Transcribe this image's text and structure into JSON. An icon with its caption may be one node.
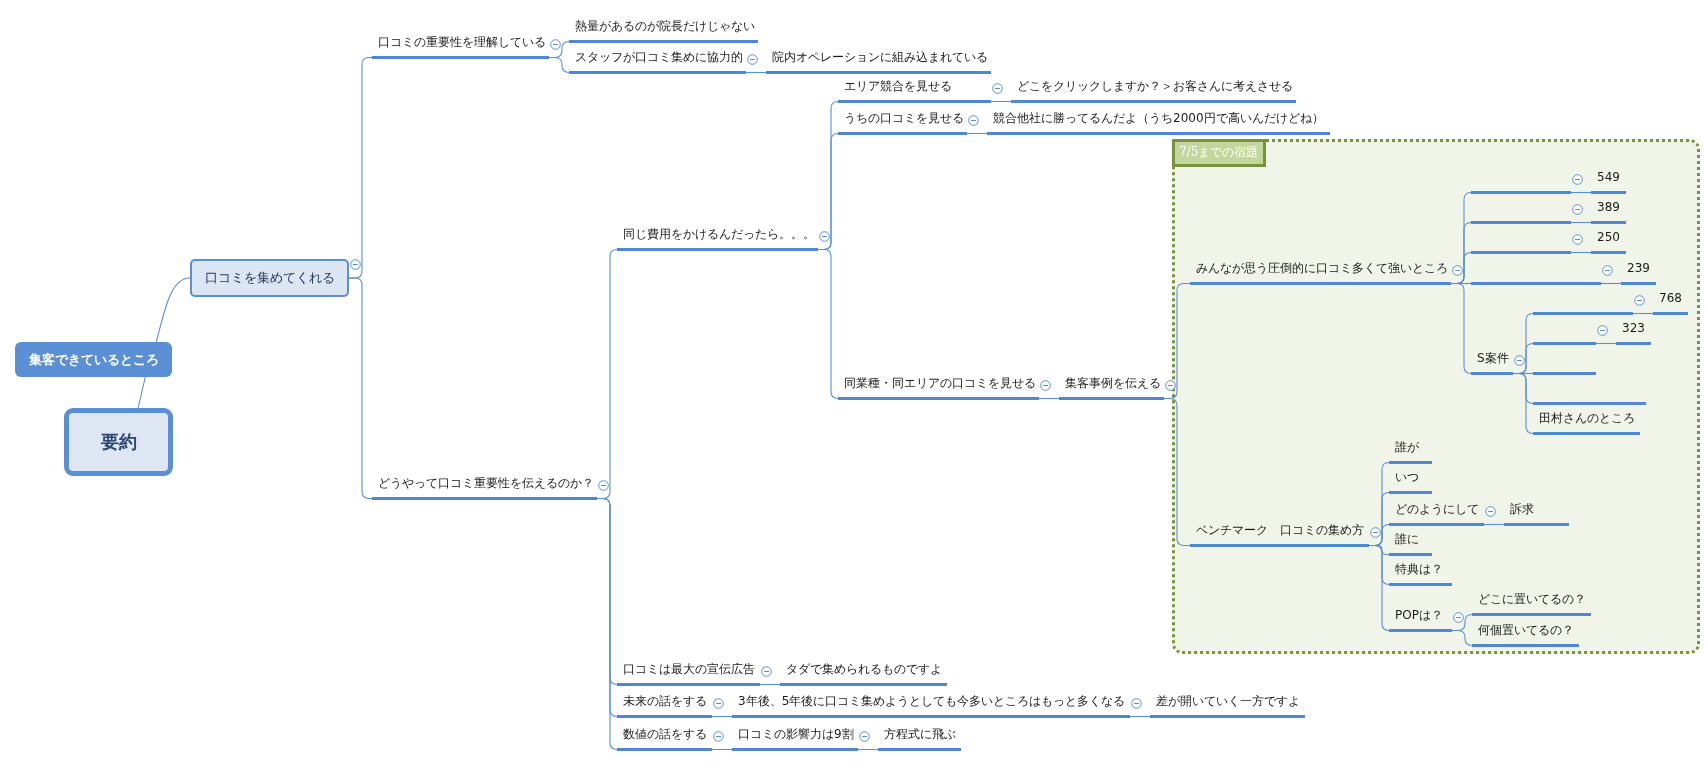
{
  "diagram": {
    "nodes": [
      {
        "text": [
          "集客できているところ"
        ]
      },
      {
        "text": [
          "要約"
        ]
      },
      {
        "text": [
          "口コミを集めてくれる"
        ]
      },
      {
        "text": [
          "口コミの重要性を理解している"
        ]
      },
      {
        "text": [
          "熱量があるのが院長だけじゃない"
        ]
      },
      {
        "text": [
          "スタッフが口コミ集めに協力的"
        ]
      },
      {
        "text": [
          "院内オペレーションに組み込まれている"
        ]
      },
      {
        "text": [
          "どうやって口コミ重要性を伝えるのか？"
        ]
      },
      {
        "text": [
          "同じ費用をかけるんだったら。。。"
        ]
      },
      {
        "text": [
          "エリア競合を見せる"
        ]
      },
      {
        "text": [
          "どこをクリックしますか？＞お客さんに考えさせる"
        ]
      },
      {
        "text": [
          "うちの口コミを見せる"
        ]
      },
      {
        "text": [
          "競合他社に勝ってるんだよ（うち2000円で高いんだけどね）"
        ]
      },
      {
        "text": [
          "同業種・同エリアの口コミを見せる"
        ]
      },
      {
        "text": [
          "集客事例を伝える"
        ]
      },
      {
        "text": [
          "7/5までの宿題"
        ]
      },
      {
        "text": [
          "みんなが思う圧倒的に口コミ多くて強いところ"
        ],
        "in": 15
      },
      {
        "text": [],
        "shape": "bar",
        "in": 15
      },
      {
        "text": [
          "549"
        ],
        "in": 15
      },
      {
        "text": [],
        "shape": "bar",
        "in": 15
      },
      {
        "text": [
          "389"
        ],
        "in": 15
      },
      {
        "text": [],
        "shape": "bar",
        "in": 15
      },
      {
        "text": [
          "250"
        ],
        "in": 15
      },
      {
        "text": [],
        "shape": "bar",
        "in": 15
      },
      {
        "text": [
          "239"
        ],
        "in": 15
      },
      {
        "text": [
          "S案件"
        ],
        "in": 15
      },
      {
        "text": [],
        "shape": "bar",
        "in": 15
      },
      {
        "text": [
          "768"
        ],
        "in": 15
      },
      {
        "text": [],
        "shape": "bar",
        "in": 15
      },
      {
        "text": [
          "323"
        ],
        "in": 15
      },
      {
        "text": [],
        "shape": "bar",
        "in": 15
      },
      {
        "text": [],
        "shape": "bar",
        "in": 15
      },
      {
        "text": [
          "田村さんのところ"
        ],
        "in": 15
      },
      {
        "text": [
          "ベンチマーク　口コミの集め方"
        ],
        "in": 15
      },
      {
        "text": [
          "誰が"
        ],
        "in": 15
      },
      {
        "text": [
          "いつ"
        ],
        "in": 15
      },
      {
        "text": [
          "どのようにして"
        ],
        "in": 15
      },
      {
        "text": [
          "訴求"
        ],
        "in": 15
      },
      {
        "text": [
          "誰に"
        ],
        "in": 15
      },
      {
        "text": [
          "特典は？"
        ],
        "in": 15
      },
      {
        "text": [
          "POPは？"
        ],
        "in": 15
      },
      {
        "text": [
          "どこに置いてるの？"
        ],
        "in": 15
      },
      {
        "text": [
          "何個置いてるの？"
        ],
        "in": 15
      },
      {
        "text": [
          "口コミは最大の宣伝広告"
        ]
      },
      {
        "text": [
          "タダで集められるものですよ"
        ]
      },
      {
        "text": [
          "未来の話をする"
        ]
      },
      {
        "text": [
          "3年後、5年後に口コミ集めようとしても今多いところはもっと多くなる"
        ]
      },
      {
        "text": [
          "差が開いていく一方ですよ"
        ]
      },
      {
        "text": [
          "数値の話をする"
        ]
      },
      {
        "text": [
          "口コミの影響力は9割"
        ]
      },
      {
        "text": [
          "方程式に飛ぶ"
        ]
      }
    ],
    "edges": [
      {
        "from": 1,
        "to": 0,
        "arrow": "none"
      },
      {
        "from": 0,
        "to": 2,
        "arrow": "none"
      },
      {
        "from": 2,
        "to": 3,
        "arrow": "none"
      },
      {
        "from": 3,
        "to": 4,
        "arrow": "none"
      },
      {
        "from": 3,
        "to": 5,
        "arrow": "none"
      },
      {
        "from": 5,
        "to": 6,
        "arrow": "none"
      },
      {
        "from": 2,
        "to": 7,
        "arrow": "none"
      },
      {
        "from": 7,
        "to": 8,
        "arrow": "none"
      },
      {
        "from": 8,
        "to": 9,
        "arrow": "none"
      },
      {
        "from": 9,
        "to": 10,
        "arrow": "none"
      },
      {
        "from": 8,
        "to": 11,
        "arrow": "none"
      },
      {
        "from": 11,
        "to": 12,
        "arrow": "none"
      },
      {
        "from": 8,
        "to": 13,
        "arrow": "none"
      },
      {
        "from": 13,
        "to": 14,
        "arrow": "none"
      },
      {
        "from": 14,
        "to": 16,
        "arrow": "none"
      },
      {
        "from": 16,
        "to": 17,
        "arrow": "none"
      },
      {
        "from": 17,
        "to": 18,
        "arrow": "none"
      },
      {
        "from": 16,
        "to": 19,
        "arrow": "none"
      },
      {
        "from": 19,
        "to": 20,
        "arrow": "none"
      },
      {
        "from": 16,
        "to": 21,
        "arrow": "none"
      },
      {
        "from": 21,
        "to": 22,
        "arrow": "none"
      },
      {
        "from": 16,
        "to": 23,
        "arrow": "none"
      },
      {
        "from": 23,
        "to": 24,
        "arrow": "none"
      },
      {
        "from": 16,
        "to": 25,
        "arrow": "none"
      },
      {
        "from": 25,
        "to": 26,
        "arrow": "none"
      },
      {
        "from": 26,
        "to": 27,
        "arrow": "none"
      },
      {
        "from": 25,
        "to": 28,
        "arrow": "none"
      },
      {
        "from": 28,
        "to": 29,
        "arrow": "none"
      },
      {
        "from": 25,
        "to": 30,
        "arrow": "none"
      },
      {
        "from": 25,
        "to": 31,
        "arrow": "none"
      },
      {
        "from": 25,
        "to": 32,
        "arrow": "none"
      },
      {
        "from": 14,
        "to": 33,
        "arrow": "none"
      },
      {
        "from": 33,
        "to": 34,
        "arrow": "none"
      },
      {
        "from": 33,
        "to": 35,
        "arrow": "none"
      },
      {
        "from": 33,
        "to": 36,
        "arrow": "none"
      },
      {
        "from": 36,
        "to": 37,
        "arrow": "none"
      },
      {
        "from": 33,
        "to": 38,
        "arrow": "none"
      },
      {
        "from": 33,
        "to": 39,
        "arrow": "none"
      },
      {
        "from": 33,
        "to": 40,
        "arrow": "none"
      },
      {
        "from": 40,
        "to": 41,
        "arrow": "none"
      },
      {
        "from": 40,
        "to": 42,
        "arrow": "none"
      },
      {
        "from": 7,
        "to": 43,
        "arrow": "none"
      },
      {
        "from": 43,
        "to": 44,
        "arrow": "none"
      },
      {
        "from": 7,
        "to": 45,
        "arrow": "none"
      },
      {
        "from": 45,
        "to": 46,
        "arrow": "none"
      },
      {
        "from": 46,
        "to": 47,
        "arrow": "none"
      },
      {
        "from": 7,
        "to": 48,
        "arrow": "none"
      },
      {
        "from": 48,
        "to": 49,
        "arrow": "none"
      },
      {
        "from": 49,
        "to": 50,
        "arrow": "none"
      }
    ]
  }
}
